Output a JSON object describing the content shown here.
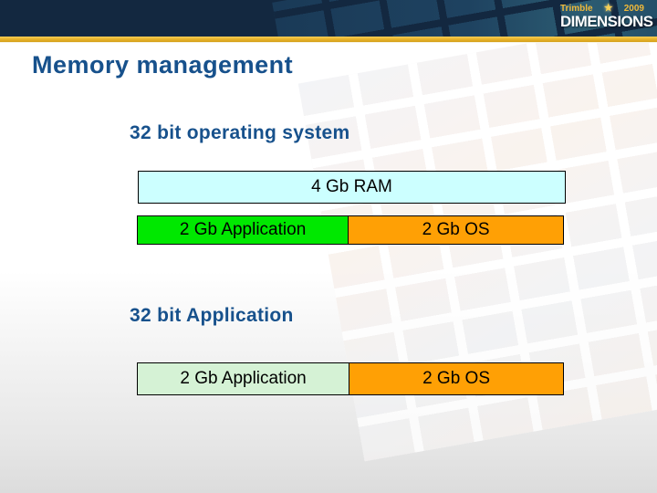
{
  "logo": {
    "brand": "Trimble",
    "year": "2009",
    "product": "DIMENSIONS",
    "star_icon": "★"
  },
  "slide": {
    "title": "Memory management",
    "sections": [
      {
        "heading": "32 bit operating system",
        "ram_bar": {
          "label": "4 Gb RAM",
          "color": "#ccffff"
        },
        "segments": [
          {
            "label": "2 Gb Application",
            "color": "#00e800",
            "width_pct": 49.4
          },
          {
            "label": "2 Gb OS",
            "color": "#ffa005",
            "width_pct": 50.6
          }
        ]
      },
      {
        "heading": "32 bit Application",
        "segments": [
          {
            "label": "2 Gb Application",
            "color": "#d5f2d5",
            "width_pct": 49.6
          },
          {
            "label": "2 Gb OS",
            "color": "#ffa005",
            "width_pct": 50.4
          }
        ]
      }
    ]
  },
  "colors": {
    "header_navy": "#132840",
    "gold_accent": "#e9b52e",
    "heading_blue": "#17518c"
  }
}
